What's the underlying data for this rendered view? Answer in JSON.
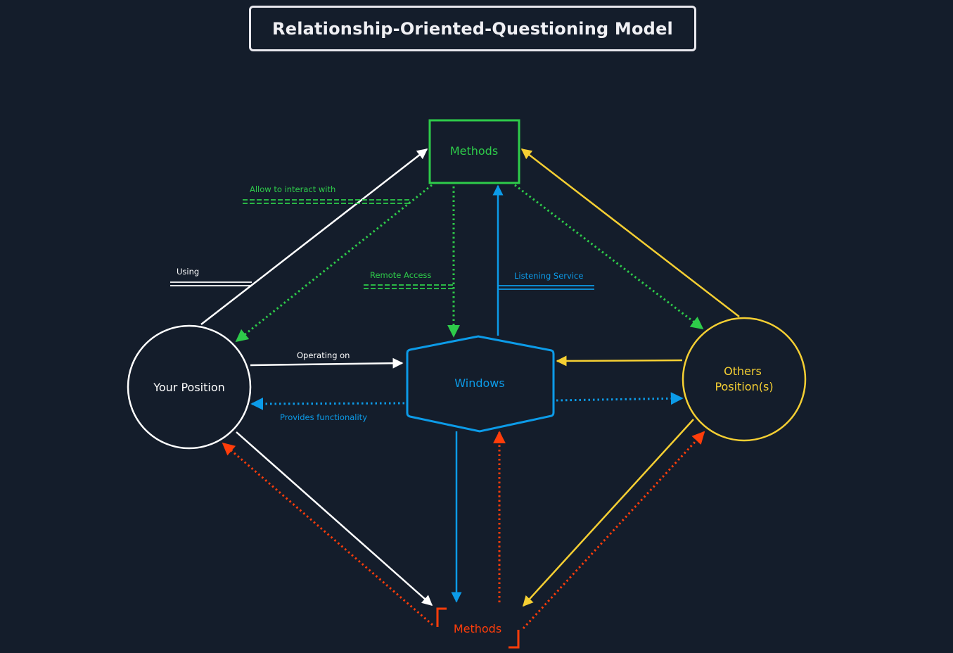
{
  "title": "Relationship-Oriented-Questioning Model",
  "colors": {
    "background": "#141d2b",
    "white": "#ffffff",
    "green": "#2ecc4a",
    "blue": "#0c9be8",
    "yellow": "#f5cf33",
    "red": "#ff3d0a"
  },
  "nodes": {
    "methods_top": {
      "label": "Methods",
      "shape": "rectangle",
      "color": "green"
    },
    "your_position": {
      "label": "Your Position",
      "shape": "circle",
      "color": "white"
    },
    "windows": {
      "label": "Windows",
      "shape": "hexagon",
      "color": "blue"
    },
    "others_position": {
      "label_line1": "Others",
      "label_line2": "Position(s)",
      "shape": "circle",
      "color": "yellow"
    },
    "methods_bottom": {
      "label": "Methods",
      "shape": "bracket",
      "color": "red"
    }
  },
  "edge_labels": {
    "allow_to_interact_with": "Allow to interact with",
    "using": "Using",
    "remote_access": "Remote Access",
    "listening_service": "Listening Service",
    "operating_on": "Operating on",
    "provides_functionality": "Provides functionality"
  },
  "edges": [
    {
      "from": "your_position",
      "to": "methods_top",
      "style": "solid",
      "color": "white",
      "label": "Using"
    },
    {
      "from": "methods_top",
      "to": "your_position",
      "style": "dotted",
      "color": "green",
      "label": "Allow to interact with"
    },
    {
      "from": "methods_top",
      "to": "windows",
      "style": "dotted",
      "color": "green",
      "label": "Remote Access"
    },
    {
      "from": "windows",
      "to": "methods_top",
      "style": "solid",
      "color": "blue",
      "label": "Listening Service"
    },
    {
      "from": "methods_top",
      "to": "others_position",
      "style": "dotted",
      "color": "green",
      "label": ""
    },
    {
      "from": "others_position",
      "to": "methods_top",
      "style": "solid",
      "color": "yellow",
      "label": ""
    },
    {
      "from": "your_position",
      "to": "windows",
      "style": "solid",
      "color": "white",
      "label": "Operating on"
    },
    {
      "from": "windows",
      "to": "your_position",
      "style": "dotted",
      "color": "blue",
      "label": "Provides functionality"
    },
    {
      "from": "others_position",
      "to": "windows",
      "style": "solid",
      "color": "yellow",
      "label": ""
    },
    {
      "from": "windows",
      "to": "others_position",
      "style": "dotted",
      "color": "blue",
      "label": ""
    },
    {
      "from": "your_position",
      "to": "methods_bottom",
      "style": "solid",
      "color": "white",
      "label": ""
    },
    {
      "from": "methods_bottom",
      "to": "your_position",
      "style": "dotted",
      "color": "red",
      "label": ""
    },
    {
      "from": "windows",
      "to": "methods_bottom",
      "style": "solid",
      "color": "blue",
      "label": ""
    },
    {
      "from": "methods_bottom",
      "to": "windows",
      "style": "dotted",
      "color": "red",
      "label": ""
    },
    {
      "from": "others_position",
      "to": "methods_bottom",
      "style": "solid",
      "color": "yellow",
      "label": ""
    },
    {
      "from": "methods_bottom",
      "to": "others_position",
      "style": "dotted",
      "color": "red",
      "label": ""
    }
  ]
}
